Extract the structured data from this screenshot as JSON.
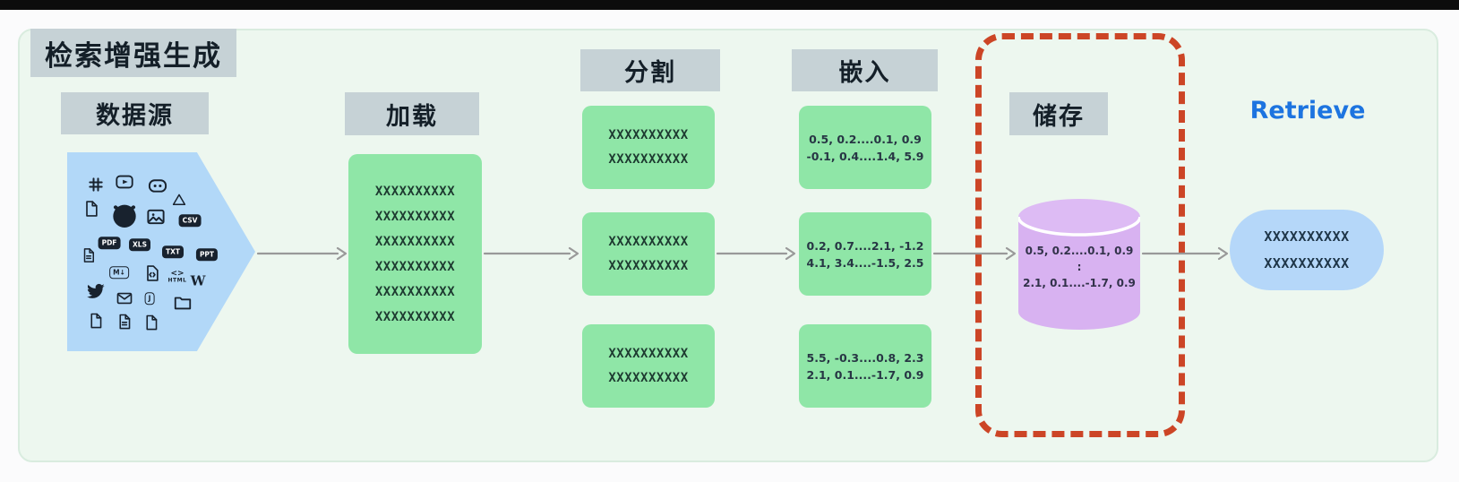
{
  "title": "检索增强生成",
  "colors": {
    "panel_bg": "#edf7ef",
    "label_gray": "#c6d2d6",
    "node_green": "#8fe6a7",
    "source_blue": "#b2d8f8",
    "store_purple": "#d8b2f1",
    "dashed_red": "#cc4526",
    "retrieve_blue": "#1d74e0",
    "arrow_gray": "#999999"
  },
  "datasource": {
    "label": "数据源",
    "icons": [
      {
        "name": "slack-icon"
      },
      {
        "name": "youtube-icon"
      },
      {
        "name": "discord-icon"
      },
      {
        "name": "file-icon"
      },
      {
        "name": "github-icon"
      },
      {
        "name": "image-icon"
      },
      {
        "name": "google-drive-icon"
      },
      {
        "name": "csv-file-icon",
        "label": "CSV",
        "dark": true
      },
      {
        "name": "file-text-icon"
      },
      {
        "name": "pdf-file-icon",
        "label": "PDF",
        "dark": true
      },
      {
        "name": "xls-file-icon",
        "label": "XLS",
        "dark": true
      },
      {
        "name": "txt-file-icon",
        "label": "TXT",
        "dark": true
      },
      {
        "name": "ppt-file-icon",
        "label": "PPT",
        "dark": true
      },
      {
        "name": "markdown-icon",
        "label": "M↓"
      },
      {
        "name": "code-file-icon"
      },
      {
        "name": "html-icon",
        "label": "HTML",
        "glyph": "<>"
      },
      {
        "name": "wikipedia-icon",
        "label": "W"
      },
      {
        "name": "twitter-icon"
      },
      {
        "name": "mail-icon"
      },
      {
        "name": "json-icon",
        "label": "J"
      },
      {
        "name": "folder-icon"
      },
      {
        "name": "file-icon"
      },
      {
        "name": "file-text-icon"
      },
      {
        "name": "file-icon"
      }
    ]
  },
  "load": {
    "label": "加载",
    "box_lines": [
      "XXXXXXXXXX",
      "XXXXXXXXXX",
      "XXXXXXXXXX",
      "XXXXXXXXXX",
      "XXXXXXXXXX",
      "XXXXXXXXXX"
    ]
  },
  "split": {
    "label": "分割",
    "boxes": [
      [
        "XXXXXXXXXX",
        "XXXXXXXXXX"
      ],
      [
        "XXXXXXXXXX",
        "XXXXXXXXXX"
      ],
      [
        "XXXXXXXXXX",
        "XXXXXXXXXX"
      ]
    ]
  },
  "embed": {
    "label": "嵌入",
    "boxes": [
      [
        "0.5, 0.2....0.1, 0.9",
        "-0.1, 0.4....1.4, 5.9"
      ],
      [
        "0.2, 0.7....2.1, -1.2",
        "4.1, 3.4....-1.5, 2.5"
      ],
      [
        "5.5, -0.3....0.8, 2.3",
        "2.1, 0.1....-1.7, 0.9"
      ]
    ]
  },
  "store": {
    "label": "储存",
    "cylinder_lines": [
      "0.5, 0.2....0.1, 0.9",
      ":",
      "2.1, 0.1....-1.7, 0.9"
    ]
  },
  "retrieve": {
    "label": "Retrieve",
    "box_lines": [
      "XXXXXXXXXX",
      "XXXXXXXXXX"
    ]
  }
}
